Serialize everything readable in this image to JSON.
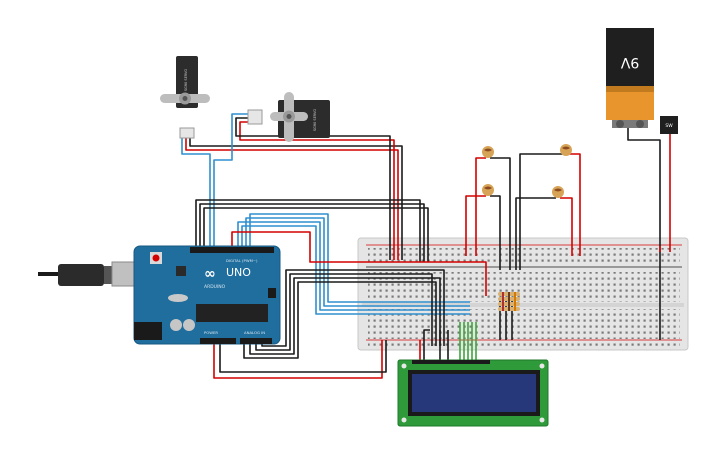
{
  "canvas": {
    "background": "#ffffff"
  },
  "arduino": {
    "brand_label": "UNO",
    "model_label": "ARDUINO",
    "digital_header_label": "DIGITAL (PWM~)",
    "power_header_label": "POWER",
    "analog_header_label": "ANALOG IN",
    "board_color": "#1f6e9e"
  },
  "battery": {
    "voltage_label": "9V",
    "switch_label": "SW"
  },
  "servos": [
    {
      "name": "servo-1",
      "label": "SG90 SERVO"
    },
    {
      "name": "servo-2",
      "label": "SG90 SERVO"
    }
  ],
  "wire_colors": {
    "power": "#d40000",
    "ground": "#1a1a1a",
    "signal": "#2f8fcf",
    "data": "#3aa63a"
  },
  "components": {
    "photoresistors": 4,
    "resistors": 4,
    "lcd_type": "LCD 16x2"
  }
}
